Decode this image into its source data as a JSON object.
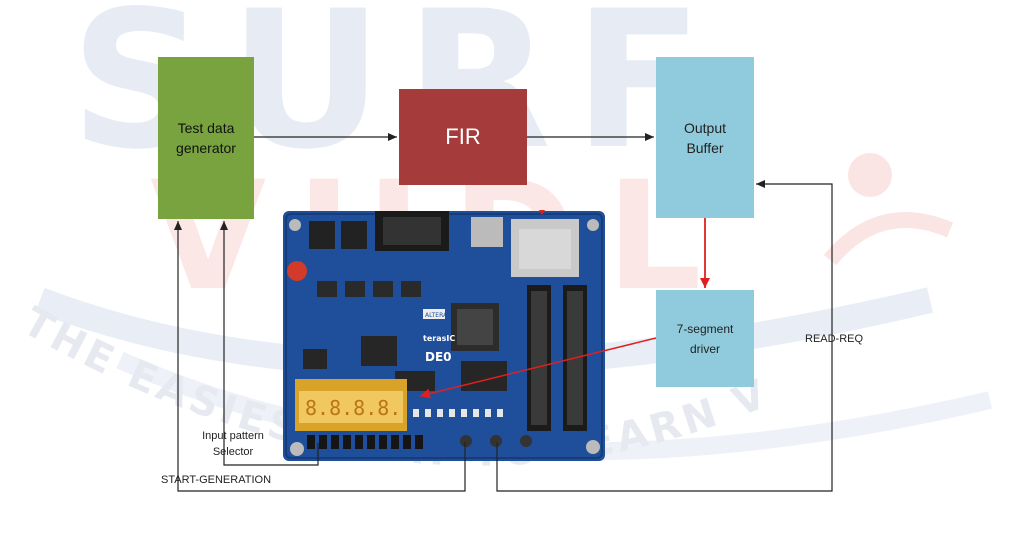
{
  "watermark": {
    "brand_top": "SURF",
    "brand_bottom": "VHDL",
    "tagline": "THE EASIEST WAY TO LEARN VHDL"
  },
  "blocks": {
    "test_data_generator": {
      "line1": "Test data",
      "line2": "generator"
    },
    "fir": {
      "label": "FIR"
    },
    "output_buffer": {
      "line1": "Output",
      "line2": "Buffer"
    },
    "seven_segment_driver": {
      "line1": "7-segment",
      "line2": "driver"
    }
  },
  "signals": {
    "read_req": "READ-REQ",
    "input_pattern_selector_line1": "Input pattern",
    "input_pattern_selector_line2": "Selector",
    "start_generation": "START-GENERATION"
  },
  "board": {
    "silkscreen_brand": "ALTERA",
    "silkscreen_vendor": "terasIC",
    "silkscreen_model": "DE0",
    "display_digits": "8.8.8.8."
  },
  "colors": {
    "test_data_generator": "#78a33f",
    "fir": "#a63b3b",
    "output_buffer": "#8fcbdc",
    "seven_segment_driver": "#8fcbdc",
    "highlight_arrow": "#e02020",
    "board_pcb": "#1f4f9a"
  }
}
